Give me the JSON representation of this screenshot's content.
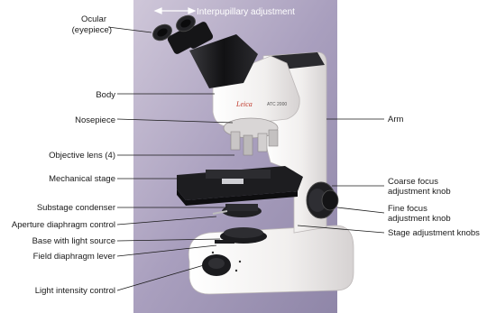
{
  "labels": {
    "interpupillary": "Interpupillary adjustment",
    "ocular_line1": "Ocular",
    "ocular_line2": "(eyepiece)",
    "body": "Body",
    "nosepiece": "Nosepiece",
    "objective": "Objective lens (4)",
    "mechanical_stage": "Mechanical stage",
    "substage_condenser": "Substage condenser",
    "aperture": "Aperture diaphragm control",
    "base": "Base with light source",
    "field": "Field diaphragm lever",
    "light_intensity": "Light intensity control",
    "arm": "Arm",
    "coarse_line1": "Coarse focus",
    "coarse_line2": "adjustment knob",
    "fine_line1": "Fine focus",
    "fine_line2": "adjustment knob",
    "stage_knobs": "Stage adjustment knobs"
  },
  "microscope_brand": "Leica",
  "microscope_model": "ATC 2000",
  "colors": {
    "photo_background": "#b0a6c4",
    "microscope_body": "#f1efee",
    "dark_parts": "#1c1c1e",
    "leader_line": "#1a1a1a"
  }
}
